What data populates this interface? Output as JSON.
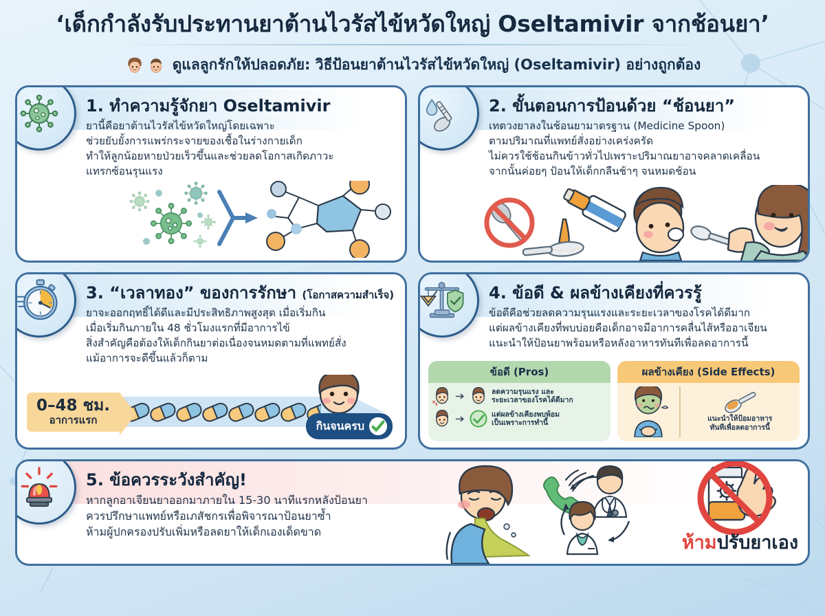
{
  "header": {
    "main_title": "‘เด็กกำลังรับประทานยาต้านไวรัสไข้หวัดใหญ่ Oseltamivir จากช้อนยา’",
    "subtitle": "ดูแลลูกรักให้ปลอดภัย: วิธีป้อนยาต้านไวรัสไข้หวัดใหญ่ (Oseltamivir) อย่างถูกต้อง",
    "kid_icons": [
      "girl-face-icon",
      "boy-face-icon"
    ]
  },
  "colors": {
    "page_bg": "#dcedf8",
    "card_border": "#3f6f9e",
    "title_dark": "#13283e",
    "accent_blue": "#1d4f82",
    "pros_green": "#b3d8ae",
    "cons_orange": "#f7c878",
    "alert_red": "#e0453f",
    "badge_amber": "#f8d79a"
  },
  "cards": [
    {
      "id": "card-1-know-the-drug",
      "icon": "virus-icon",
      "title": "1. ทำความรู้จักยา Oseltamivir",
      "title_suffix": "",
      "text": "ยานี้คือยาต้านไวรัสไข้หวัดใหญ่โดยเฉพาะ\nช่วยยับยั้งการแพร่กระจายของเชื้อในร่างกายเด็ก\nทำให้ลูกน้อยหายป่วยเร็วขึ้นและช่วยลดโอกาสเกิดภาวะ\nแทรกซ้อนรุนแรง",
      "art": "virus-to-molecule-diagram"
    },
    {
      "id": "card-2-how-to-give",
      "icon": "medicine-spoon-drop-icon",
      "title": "2. ขั้นตอนการป้อนด้วย “ช้อนยา”",
      "title_suffix": "",
      "text": "เทตวงยาลงในช้อนยามาตรฐาน (Medicine Spoon)\nตามปริมาณที่แพทย์สั่งอย่างเคร่งครัด\nไม่ควรใช้ช้อนกินข้าวทั่วไปเพราะปริมาณยาอาจคลาดเคลื่อน\nจากนั้นค่อยๆ ป้อนให้เด็กกลืนช้าๆ จนหมดช้อน",
      "art": "no-tablespoon-pour-syrup-mother-feeding-child"
    },
    {
      "id": "card-3-golden-time",
      "icon": "stopwatch-icon",
      "title": "3. “เวลาทอง” ของการรักษา",
      "title_suffix": "(โอกาสความสำเร็จ)",
      "text": "ยาจะออกฤทธิ์ได้ดีและมีประสิทธิภาพสูงสุด เมื่อเริ่มกิน\nเมื่อเริ่มกินภายใน 48 ชั่วโมงแรกที่มีอาการไข้\nสิ่งสำคัญคือต้องให้เด็กกินยาต่อเนื่องจนหมดตามที่แพทย์สั่ง\nแม้อาการจะดีขึ้นแล้วก็ตาม",
      "timeline": {
        "badge_big": "0–48 ชม.",
        "badge_small": "อาการแรก",
        "capsule_count": 8,
        "done_label": "กินจนครบ",
        "done_icon": "check-circle-icon",
        "child_icon": "smiling-boy-icon"
      }
    },
    {
      "id": "card-4-pros-and-side-effects",
      "icon": "balance-scale-shield-icon",
      "title": "4. ข้อดี & ผลข้างเคียงที่ควรรู้",
      "title_suffix": "",
      "text": "ข้อดีคือช่วยลดความรุนแรงและระยะเวลาของโรคได้ดีมาก\nแต่ผลข้างเคียงที่พบบ่อยคือเด็กอาจมีอาการคลื่นไส้หรืออาเจียน\nแนะนำให้ป้อนยาพร้อมหรือหลังอาหารทันทีเพื่อลดอาการนี้",
      "panels": {
        "pros": {
          "heading": "ข้อดี (Pros)",
          "rows": [
            {
              "from_icon": "sick-child-face-icon",
              "arrow_icon": "arrow-right-icon",
              "to_icon": "healthy-child-face-icon",
              "text": "ลดความรุนแรง และ\nระยะเวลาของโรคได้ดีมาก"
            },
            {
              "from_icon": "child-face-icon",
              "arrow_icon": "arrow-right-icon",
              "to_icon": "green-check-circle-icon",
              "text": "แต่ผลข้างเคียงพบพ้อม\nเป็นเพราะการทำนี้"
            }
          ]
        },
        "cons": {
          "heading": "ผลข้างเคียง (Side Effects)",
          "figure_icon": "nauseous-child-icon",
          "spoon_icon": "spoon-with-food-icon",
          "note": "แนะนำให้ป้อมอาหาร\nทันทีเพื่อลดอาการนี้"
        }
      }
    },
    {
      "id": "card-5-important-cautions",
      "icon": "alarm-siren-icon",
      "title": "5. ข้อควรระวังสำคัญ!",
      "title_suffix": "",
      "text": "หากลูกอาเจียนยาออกมาภายใน 15-30 นาทีแรกหลังป้อนยา\nควรปรึกษาแพทย์หรือเภสัชกรเพื่อพิจารณาป้อนยาซ้ำ\nห้ามผู้ปกครองปรับเพิ่มหรือลดยาให้เด็กเองเด็ดขาด",
      "art": "vomiting-child-phone-doctor-pharmacist",
      "warning": {
        "red_part": "ห้าม",
        "dark_part": "ปรับยาเอง",
        "icon": "no-adjust-medicine-bottle-icon"
      }
    }
  ]
}
